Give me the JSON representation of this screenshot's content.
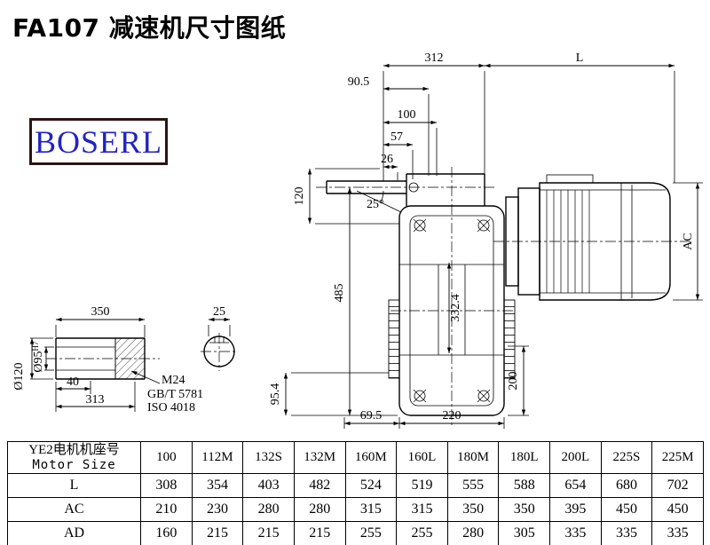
{
  "title": "FA107 减速机尺寸图纸",
  "logo": {
    "text": "BOSERL",
    "color": "#2323c0",
    "border_color": "#2a1414"
  },
  "drawing": {
    "labels": {
      "top_width": "312",
      "motor_length": "L",
      "d90_5": "90.5",
      "d100": "100",
      "d57": "57",
      "d26": "26",
      "d120": "120",
      "angle": "25°",
      "d485": "485",
      "d332_4": "332.4",
      "ac": "AC",
      "d200": "200",
      "d95_4": "95.4",
      "d69_5": "69.5",
      "d220": "220",
      "d350": "350",
      "d25": "25",
      "d40": "40",
      "d313": "313",
      "dia120": "Ø120",
      "dia95": "Ø95",
      "dia95_tol": "H7",
      "thread": "M24",
      "std1": "GB/T 5781",
      "std2": "ISO 4018"
    }
  },
  "table": {
    "header": {
      "line1": "YE2电机机座号",
      "line2": "Motor Size"
    },
    "columns": [
      "100",
      "112M",
      "132S",
      "132M",
      "160M",
      "160L",
      "180M",
      "180L",
      "200L",
      "225S",
      "225M"
    ],
    "rows": [
      {
        "label": "L",
        "values": [
          "308",
          "354",
          "403",
          "482",
          "524",
          "519",
          "555",
          "588",
          "654",
          "680",
          "702"
        ]
      },
      {
        "label": "AC",
        "values": [
          "210",
          "230",
          "280",
          "280",
          "315",
          "315",
          "350",
          "350",
          "395",
          "450",
          "450"
        ]
      },
      {
        "label": "AD",
        "values": [
          "160",
          "215",
          "215",
          "215",
          "255",
          "255",
          "280",
          "305",
          "335",
          "335",
          "335"
        ]
      }
    ]
  }
}
